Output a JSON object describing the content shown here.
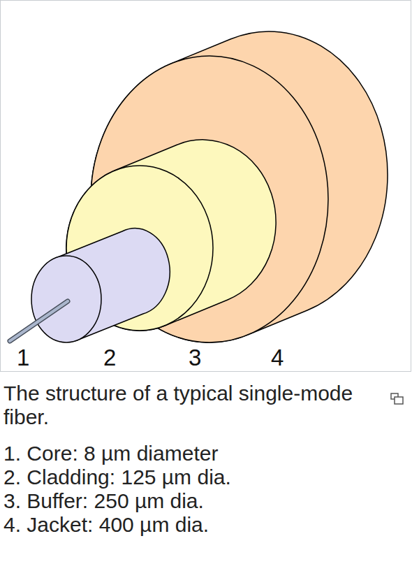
{
  "diagram": {
    "caption": "The structure of a typical single-mode fiber.",
    "labels": [
      "1",
      "2",
      "3",
      "4",
      "1. Core: 8 µm diameter",
      "2. Cladding: 125 µm dia.",
      "3. Buffer: 250 µm dia.",
      "4. Jacket: 400 µm dia."
    ]
  }
}
